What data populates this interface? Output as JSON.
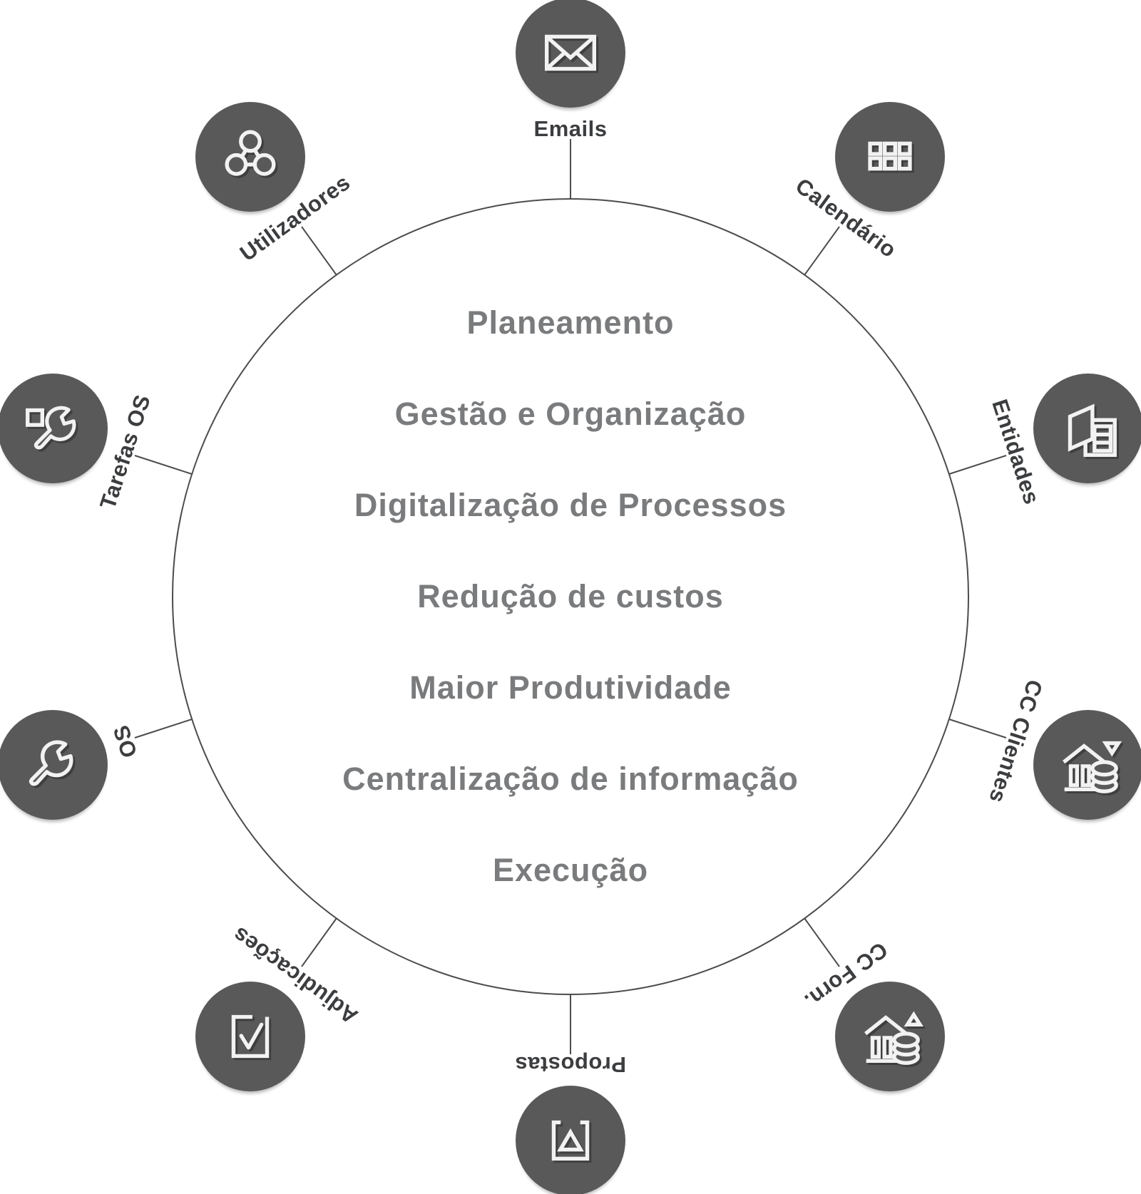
{
  "center": {
    "items": [
      "Planeamento",
      "Gestão e Organização",
      "Digitalização de Processos",
      "Redução de custos",
      "Maior Produtividade",
      "Centralização de informação",
      "Execução"
    ]
  },
  "nodes": [
    {
      "label": "Emails",
      "icon": "envelope-icon"
    },
    {
      "label": "Calendário",
      "icon": "calendar-grid-icon"
    },
    {
      "label": "Entidades",
      "icon": "building-entity-icon"
    },
    {
      "label": "CC Clientes",
      "icon": "bank-database-down-icon"
    },
    {
      "label": "CC Forn.",
      "icon": "bank-database-up-icon"
    },
    {
      "label": "Propostas",
      "icon": "image-proposal-icon"
    },
    {
      "label": "Adjudicações",
      "icon": "checkbox-check-icon"
    },
    {
      "label": "OS",
      "icon": "wrench-icon"
    },
    {
      "label": "Tarefas OS",
      "icon": "task-wrench-icon"
    },
    {
      "label": "Utilizadores",
      "icon": "users-network-icon"
    }
  ],
  "colors": {
    "background": "#ffffff",
    "icon_circle": "#595959",
    "icon_stroke": "#f2f2f2",
    "label_text": "#3c3d3f",
    "center_text": "#7a7b7d",
    "ring_line": "#4c4c4e"
  }
}
